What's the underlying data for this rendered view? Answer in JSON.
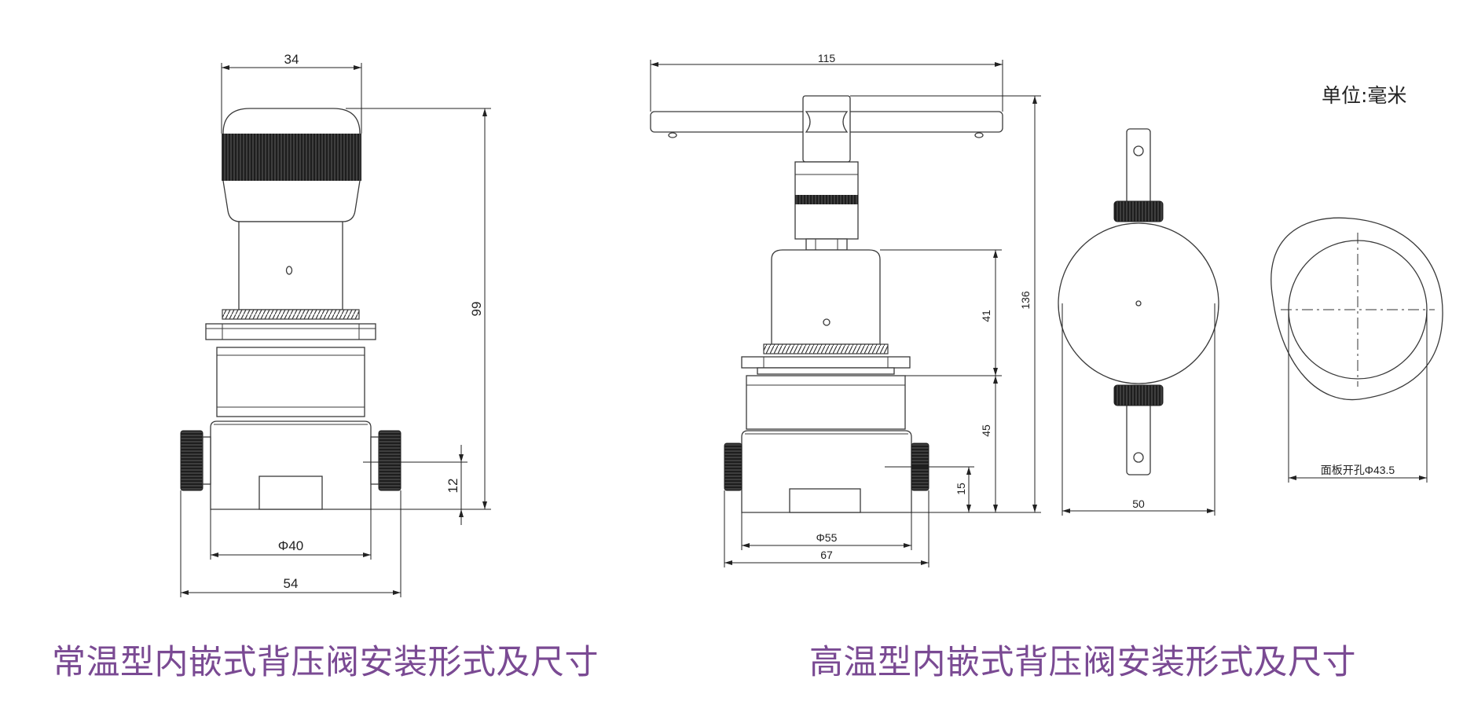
{
  "unit_note": "单位:毫米",
  "captions": {
    "left": "常温型内嵌式背压阀安装形式及尺寸",
    "right": "高温型内嵌式背压阀安装形式及尺寸"
  },
  "left_view": {
    "dims": {
      "top_width": "34",
      "height": "99",
      "right_small": "12",
      "base_dia": "Φ40",
      "overall_width": "54"
    }
  },
  "right_view": {
    "dims": {
      "handle_width": "115",
      "height": "136",
      "upper": "41",
      "lower": "45",
      "right_small": "15",
      "base_dia": "Φ55",
      "overall_width": "67"
    }
  },
  "top_view": {
    "dims": {
      "width": "50"
    }
  },
  "panel_view": {
    "dims": {
      "panel_hole": "面板开孔Φ43.5"
    }
  },
  "colors": {
    "caption": "#7a4a93",
    "line": "#3a3a3a",
    "knurl": "#262626"
  }
}
